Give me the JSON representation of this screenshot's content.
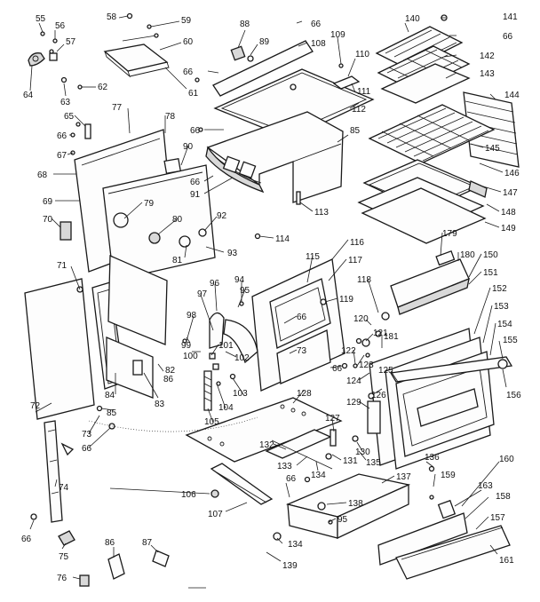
{
  "diagram": {
    "callouts": [
      {
        "id": "c55",
        "label": "55"
      },
      {
        "id": "c56",
        "label": "56"
      },
      {
        "id": "c57",
        "label": "57"
      },
      {
        "id": "c58",
        "label": "58"
      },
      {
        "id": "c59",
        "label": "59"
      },
      {
        "id": "c60",
        "label": "60"
      },
      {
        "id": "c61",
        "label": "61"
      },
      {
        "id": "c62",
        "label": "62"
      },
      {
        "id": "c63",
        "label": "63"
      },
      {
        "id": "c64",
        "label": "64"
      },
      {
        "id": "c88",
        "label": "88"
      },
      {
        "id": "c89",
        "label": "89"
      },
      {
        "id": "c66a",
        "label": "66"
      },
      {
        "id": "c108",
        "label": "108"
      },
      {
        "id": "c66b",
        "label": "66"
      },
      {
        "id": "c109",
        "label": "109"
      },
      {
        "id": "c110",
        "label": "110"
      },
      {
        "id": "c111",
        "label": "111"
      },
      {
        "id": "c112",
        "label": "112"
      },
      {
        "id": "c140",
        "label": "140"
      },
      {
        "id": "c141",
        "label": "141"
      },
      {
        "id": "c66c",
        "label": "66"
      },
      {
        "id": "c142",
        "label": "142"
      },
      {
        "id": "c143",
        "label": "143"
      },
      {
        "id": "c144",
        "label": "144"
      },
      {
        "id": "c65",
        "label": "65"
      },
      {
        "id": "c77",
        "label": "77"
      },
      {
        "id": "c78",
        "label": "78"
      },
      {
        "id": "c66d",
        "label": "66"
      },
      {
        "id": "c67",
        "label": "67"
      },
      {
        "id": "c68",
        "label": "68"
      },
      {
        "id": "c69",
        "label": "69"
      },
      {
        "id": "c70",
        "label": "70"
      },
      {
        "id": "c66e",
        "label": "66"
      },
      {
        "id": "c85a",
        "label": "85"
      },
      {
        "id": "c90",
        "label": "90"
      },
      {
        "id": "c66f",
        "label": "66"
      },
      {
        "id": "c91",
        "label": "91"
      },
      {
        "id": "c145",
        "label": "145"
      },
      {
        "id": "c146",
        "label": "146"
      },
      {
        "id": "c147",
        "label": "147"
      },
      {
        "id": "c148",
        "label": "148"
      },
      {
        "id": "c149",
        "label": "149"
      },
      {
        "id": "c79",
        "label": "79"
      },
      {
        "id": "c80",
        "label": "80"
      },
      {
        "id": "c92",
        "label": "92"
      },
      {
        "id": "c81",
        "label": "81"
      },
      {
        "id": "c93",
        "label": "93"
      },
      {
        "id": "c113",
        "label": "113"
      },
      {
        "id": "c114",
        "label": "114"
      },
      {
        "id": "c116",
        "label": "116"
      },
      {
        "id": "c179",
        "label": "179"
      },
      {
        "id": "c115",
        "label": "115"
      },
      {
        "id": "c117",
        "label": "117"
      },
      {
        "id": "c180",
        "label": "180"
      },
      {
        "id": "c150",
        "label": "150"
      },
      {
        "id": "c151",
        "label": "151"
      },
      {
        "id": "c71",
        "label": "71"
      },
      {
        "id": "c96",
        "label": "96"
      },
      {
        "id": "c95a",
        "label": "95"
      },
      {
        "id": "c94",
        "label": "94"
      },
      {
        "id": "c97",
        "label": "97"
      },
      {
        "id": "c119",
        "label": "119"
      },
      {
        "id": "c66g",
        "label": "66"
      },
      {
        "id": "c118",
        "label": "118"
      },
      {
        "id": "c152",
        "label": "152"
      },
      {
        "id": "c153",
        "label": "153"
      },
      {
        "id": "c98",
        "label": "98"
      },
      {
        "id": "c120",
        "label": "120"
      },
      {
        "id": "c121",
        "label": "121"
      },
      {
        "id": "c181",
        "label": "181"
      },
      {
        "id": "c154",
        "label": "154"
      },
      {
        "id": "c155",
        "label": "155"
      },
      {
        "id": "c99",
        "label": "99"
      },
      {
        "id": "c100",
        "label": "100"
      },
      {
        "id": "c101",
        "label": "101"
      },
      {
        "id": "c102",
        "label": "102"
      },
      {
        "id": "c73a",
        "label": "73"
      },
      {
        "id": "c122",
        "label": "122"
      },
      {
        "id": "c66h",
        "label": "66"
      },
      {
        "id": "c123",
        "label": "123"
      },
      {
        "id": "c124",
        "label": "124"
      },
      {
        "id": "c125",
        "label": "125"
      },
      {
        "id": "c126",
        "label": "126"
      },
      {
        "id": "c156",
        "label": "156"
      },
      {
        "id": "c72",
        "label": "72"
      },
      {
        "id": "c84",
        "label": "84"
      },
      {
        "id": "c82",
        "label": "82"
      },
      {
        "id": "c86a",
        "label": "86"
      },
      {
        "id": "c83",
        "label": "83"
      },
      {
        "id": "c103",
        "label": "103"
      },
      {
        "id": "c104",
        "label": "104"
      },
      {
        "id": "c128",
        "label": "128"
      },
      {
        "id": "c129",
        "label": "129"
      },
      {
        "id": "c85b",
        "label": "85"
      },
      {
        "id": "c73b",
        "label": "73"
      },
      {
        "id": "c66i",
        "label": "66"
      },
      {
        "id": "c105",
        "label": "105"
      },
      {
        "id": "c127",
        "label": "127"
      },
      {
        "id": "c130",
        "label": "130"
      },
      {
        "id": "c132",
        "label": "132"
      },
      {
        "id": "c131",
        "label": "131"
      },
      {
        "id": "c135",
        "label": "135"
      },
      {
        "id": "c133",
        "label": "133"
      },
      {
        "id": "c134a",
        "label": "134"
      },
      {
        "id": "c136",
        "label": "136"
      },
      {
        "id": "c160",
        "label": "160"
      },
      {
        "id": "c74",
        "label": "74"
      },
      {
        "id": "c66j",
        "label": "66"
      },
      {
        "id": "c137",
        "label": "137"
      },
      {
        "id": "c159",
        "label": "159"
      },
      {
        "id": "c106",
        "label": "106"
      },
      {
        "id": "c138",
        "label": "138"
      },
      {
        "id": "c163",
        "label": "163"
      },
      {
        "id": "c158",
        "label": "158"
      },
      {
        "id": "c95b",
        "label": "95"
      },
      {
        "id": "c107",
        "label": "107"
      },
      {
        "id": "c157",
        "label": "157"
      },
      {
        "id": "c66k",
        "label": "66"
      },
      {
        "id": "c75",
        "label": "75"
      },
      {
        "id": "c86b",
        "label": "86"
      },
      {
        "id": "c87",
        "label": "87"
      },
      {
        "id": "c134b",
        "label": "134"
      },
      {
        "id": "c161",
        "label": "161"
      },
      {
        "id": "c139",
        "label": "139"
      },
      {
        "id": "c76",
        "label": "76"
      }
    ]
  }
}
